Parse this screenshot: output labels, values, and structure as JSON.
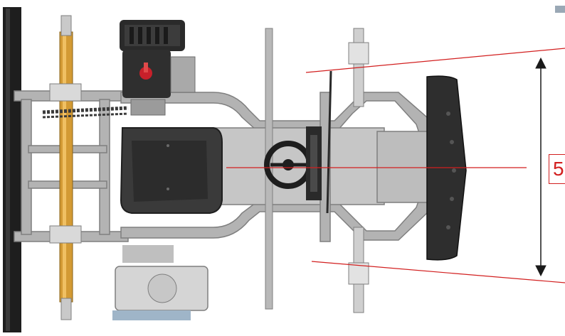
{
  "diagram": {
    "callout_label": "5",
    "colors": {
      "frame": "#b3b3b3",
      "frame_dark": "#7f7f7f",
      "rear_axle": "#d39a34",
      "bumper": "#2e2e2e",
      "seat": "#3a3a3a",
      "engine": "#2a2a2a",
      "engine_knob": "#c8202a",
      "tyre": "#1e1e1e",
      "guide_line": "#d21f1f",
      "dimension_arrow": "#1a1a1a"
    },
    "parts": [
      "rear-axle",
      "left-rear-tyre",
      "engine",
      "drive-chain",
      "seat",
      "steering-wheel",
      "steering-column",
      "front-bumper",
      "fuel-tank",
      "front-stub-axle-top",
      "front-stub-axle-bottom",
      "chassis-frame"
    ]
  }
}
